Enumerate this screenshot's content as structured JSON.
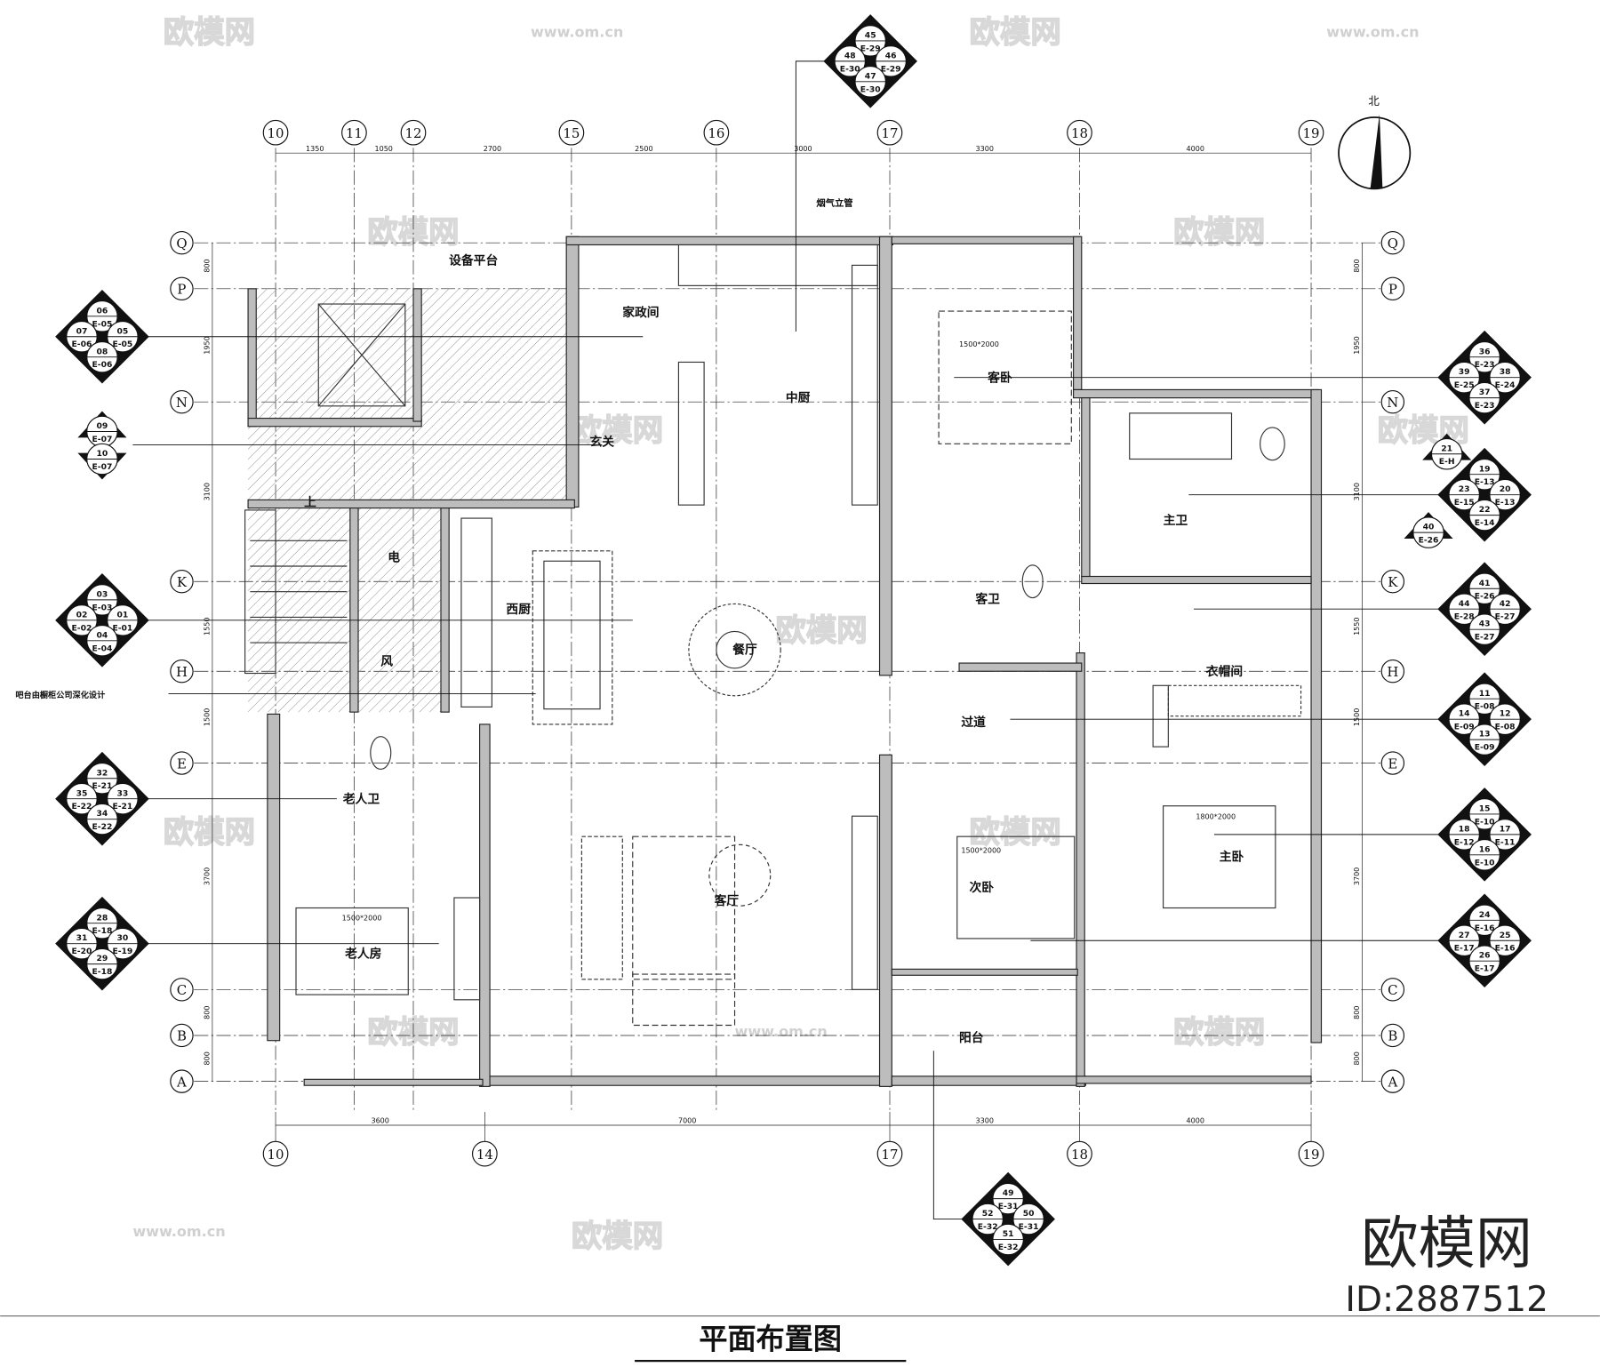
{
  "title": "平面布置图",
  "watermark": {
    "brand": "欧模网",
    "id": "ID:2887512",
    "site": "www.om.cn"
  },
  "north_label": "北",
  "grid_columns_top": [
    "10",
    "11",
    "12",
    "15",
    "16",
    "17",
    "18",
    "19"
  ],
  "grid_columns_bottom": [
    "10",
    "14",
    "17",
    "18",
    "19"
  ],
  "grid_rows": [
    "Q",
    "P",
    "N",
    "K",
    "H",
    "E",
    "C",
    "B",
    "A"
  ],
  "dims_top": [
    "1350",
    "1050",
    "2700",
    "2500",
    "3000",
    "3300",
    "4000"
  ],
  "dims_bottom": [
    "3600",
    "7000",
    "3300",
    "4000"
  ],
  "dims_side": [
    "800",
    "1950",
    "3100",
    "1550",
    "1500",
    "3700",
    "800",
    "800"
  ],
  "rooms": {
    "equipment_platform": "设备平台",
    "utility": "家政间",
    "chinese_kitchen": "中厨",
    "foyer": "玄关",
    "electric": "电",
    "ventilation": "风",
    "western_kitchen": "西厨",
    "dining": "餐厅",
    "living": "客厅",
    "elder_bath": "老人卫",
    "elder_room": "老人房",
    "balcony": "阳台",
    "corridor": "过道",
    "walk_in_closet": "衣帽间",
    "master_bath": "主卫",
    "guest_bath": "客卫",
    "guest_bedroom": "客卧",
    "second_bedroom": "次卧",
    "master_bedroom": "主卧",
    "stair_up": "上"
  },
  "beds": {
    "guest": "1500*2000",
    "second": "1500*2000",
    "master": "1800*2000",
    "elder": "1500*2000"
  },
  "notes": {
    "flue": "烟气立管",
    "bar": "吧台由橱柜公司深化设计"
  },
  "index_symbols": [
    {
      "id": "top",
      "cells": [
        [
          "45",
          "E-29"
        ],
        [
          "48",
          "E-30"
        ],
        [
          "46",
          "E-29"
        ],
        [
          "47",
          "E-30"
        ]
      ]
    },
    {
      "id": "left-1",
      "cells": [
        [
          "06",
          "E-05"
        ],
        [
          "07",
          "E-06"
        ],
        [
          "05",
          "E-05"
        ],
        [
          "08",
          "E-06"
        ]
      ]
    },
    {
      "id": "left-2-upper",
      "cells": [
        [
          "09",
          "E-07"
        ]
      ]
    },
    {
      "id": "left-2-lower",
      "cells": [
        [
          "10",
          "E-07"
        ]
      ]
    },
    {
      "id": "left-3",
      "cells": [
        [
          "03",
          "E-03"
        ],
        [
          "02",
          "E-02"
        ],
        [
          "01",
          "E-01"
        ],
        [
          "04",
          "E-04"
        ]
      ]
    },
    {
      "id": "left-4",
      "cells": [
        [
          "32",
          "E-21"
        ],
        [
          "35",
          "E-22"
        ],
        [
          "33",
          "E-21"
        ],
        [
          "34",
          "E-22"
        ]
      ]
    },
    {
      "id": "left-5",
      "cells": [
        [
          "28",
          "E-18"
        ],
        [
          "31",
          "E-20"
        ],
        [
          "30",
          "E-19"
        ],
        [
          "29",
          "E-18"
        ]
      ]
    },
    {
      "id": "right-1",
      "cells": [
        [
          "36",
          "E-23"
        ],
        [
          "39",
          "E-25"
        ],
        [
          "38",
          "E-24"
        ],
        [
          "37",
          "E-23"
        ]
      ]
    },
    {
      "id": "right-small",
      "cells": [
        [
          "21",
          "E-H"
        ]
      ]
    },
    {
      "id": "right-2",
      "cells": [
        [
          "19",
          "E-13"
        ],
        [
          "23",
          "E-15"
        ],
        [
          "20",
          "E-13"
        ],
        [
          "22",
          "E-14"
        ]
      ]
    },
    {
      "id": "right-half",
      "cells": [
        [
          "40",
          "E-26"
        ]
      ]
    },
    {
      "id": "right-3",
      "cells": [
        [
          "41",
          "E-26"
        ],
        [
          "44",
          "E-28"
        ],
        [
          "42",
          "E-27"
        ],
        [
          "43",
          "E-27"
        ]
      ]
    },
    {
      "id": "right-4",
      "cells": [
        [
          "11",
          "E-08"
        ],
        [
          "14",
          "E-09"
        ],
        [
          "12",
          "E-08"
        ],
        [
          "13",
          "E-09"
        ]
      ]
    },
    {
      "id": "right-5",
      "cells": [
        [
          "15",
          "E-10"
        ],
        [
          "18",
          "E-12"
        ],
        [
          "17",
          "E-11"
        ],
        [
          "16",
          "E-10"
        ]
      ]
    },
    {
      "id": "right-6",
      "cells": [
        [
          "24",
          "E-16"
        ],
        [
          "27",
          "E-17"
        ],
        [
          "25",
          "E-16"
        ],
        [
          "26",
          "E-17"
        ]
      ]
    },
    {
      "id": "bottom",
      "cells": [
        [
          "49",
          "E-31"
        ],
        [
          "52",
          "E-32"
        ],
        [
          "50",
          "E-31"
        ],
        [
          "51",
          "E-32"
        ]
      ]
    }
  ]
}
